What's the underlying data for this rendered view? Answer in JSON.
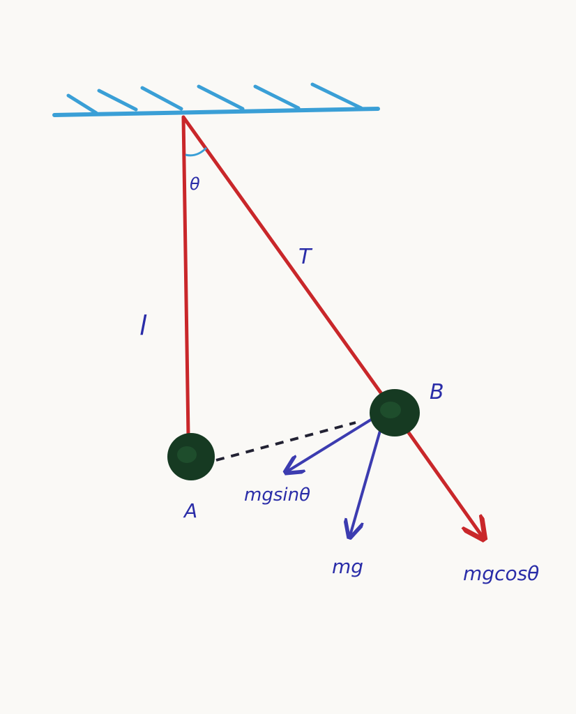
{
  "labels": {
    "theta": "θ",
    "tension": "T",
    "length": "l",
    "point_a": "A",
    "point_b": "B",
    "mg_sin": "mgsinθ",
    "mg": "mg",
    "mg_cos": "mgcosθ"
  },
  "colors": {
    "ceiling": "#3a9fd6",
    "string": "#c9272a",
    "bob": "#163a22",
    "force_arrow": "#3c3cb0",
    "label_ink": "#2a2da8"
  }
}
